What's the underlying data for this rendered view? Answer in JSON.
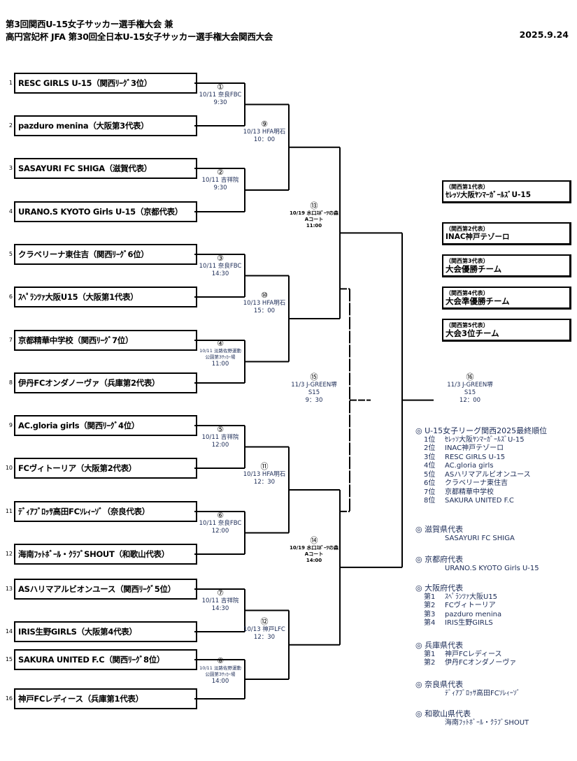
{
  "header": {
    "title_line1": "第3回関西U-15女子サッカー選手権大会 兼",
    "title_line2": "高円宮妃杯 JFA 第30回全日本U-15女子サッカー選手権大会関西大会",
    "date": "2025.9.24"
  },
  "teams": [
    {
      "seed": "1",
      "name": "RESC GIRLS U-15（関西ﾘｰｸﾞ3位）"
    },
    {
      "seed": "2",
      "name": "pazduro menina（大阪第3代表）"
    },
    {
      "seed": "3",
      "name": "SASAYURI FC SHIGA（滋賀代表）"
    },
    {
      "seed": "4",
      "name": "URANO.S KYOTO Girls U-15（京都代表）"
    },
    {
      "seed": "5",
      "name": "クラベリーナ東住吉（関西ﾘｰｸﾞ6位）"
    },
    {
      "seed": "6",
      "name": "ｽﾍﾟﾗﾝﾂｧ大阪U15（大阪第1代表）"
    },
    {
      "seed": "7",
      "name": "京都精華中学校（関西ﾘｰｸﾞ7位）"
    },
    {
      "seed": "8",
      "name": "伊丹FCオンダノーヴァ（兵庫第2代表）"
    },
    {
      "seed": "9",
      "name": "AC.gloria girls（関西ﾘｰｸﾞ4位）"
    },
    {
      "seed": "10",
      "name": "FCヴィトーリア（大阪第2代表）"
    },
    {
      "seed": "11",
      "name": "ﾃﾞｨｱﾌﾞﾛｯｻ高田FCｿﾚｨｰｿﾞ（奈良代表）"
    },
    {
      "seed": "12",
      "name": "海南ﾌｯﾄﾎﾞｰﾙ・ｸﾗﾌﾞSHOUT（和歌山代表）"
    },
    {
      "seed": "13",
      "name": "ASハリマアルビオンユース（関西ﾘｰｸﾞ5位）"
    },
    {
      "seed": "14",
      "name": "IRIS生野GIRLS（大阪第4代表）"
    },
    {
      "seed": "15",
      "name": "SAKURA UNITED F.C（関西ﾘｰｸﾞ8位）"
    },
    {
      "seed": "16",
      "name": "神戸FCレディース（兵庫第1代表）"
    }
  ],
  "matches": [
    {
      "no": "①",
      "date_venue": "10/11 奈良FBC",
      "time": "9:30"
    },
    {
      "no": "②",
      "date_venue": "10/11 吉祥院",
      "time": "9:30"
    },
    {
      "no": "③",
      "date_venue": "10/11 奈良FBC",
      "time": "14:30"
    },
    {
      "no": "④",
      "date_venue": "10/11 淡路佐野運動",
      "venue2": "公園第3ｻｯｶｰ場",
      "time": "11:00"
    },
    {
      "no": "⑤",
      "date_venue": "10/11 吉祥院",
      "time": "12:00"
    },
    {
      "no": "⑥",
      "date_venue": "10/11 奈良FBC",
      "time": "12:00"
    },
    {
      "no": "⑦",
      "date_venue": "10/11 吉祥院",
      "time": "14:30"
    },
    {
      "no": "⑧",
      "date_venue": "10/11 淡路佐野運動",
      "venue2": "公園第3ｻｯｶｰ場",
      "time": "14:00"
    },
    {
      "no": "⑨",
      "date_venue": "10/13 HFA明石",
      "time": "10：00"
    },
    {
      "no": "⑩",
      "date_venue": "10/13 HFA明石",
      "time": "15：00"
    },
    {
      "no": "⑪",
      "date_venue": "10/13 HFA明石",
      "time": "12：30"
    },
    {
      "no": "⑫",
      "date_venue": "10/13 神戸LFC",
      "time": "12：30"
    },
    {
      "no": "⑬",
      "date_venue": "10/19 水口ｽﾎﾟｰﾂの森",
      "venue2": "Aコート",
      "time": "11:00"
    },
    {
      "no": "⑭",
      "date_venue": "10/19 水口ｽﾎﾟｰﾂの森",
      "venue2": "Aコート",
      "time": "14:00"
    },
    {
      "no": "⑮",
      "date_venue": "11/3 J-GREEN堺",
      "venue2": "S15",
      "time": "9：30"
    },
    {
      "no": "⑯",
      "date_venue": "11/3 J-GREEN堺",
      "venue2": "S15",
      "time": "12：00"
    }
  ],
  "qualifiers": [
    {
      "label": "（関西第1代表）",
      "team": "ｾﾚｯｿ大阪ﾔﾝﾏｰｶﾞｰﾙｽﾞU-15"
    },
    {
      "label": "（関西第2代表）",
      "team": "INAC神戸テゾーロ"
    },
    {
      "label": "（関西第3代表）",
      "team": "大会優勝チーム"
    },
    {
      "label": "（関西第4代表）",
      "team": "大会準優勝チーム"
    },
    {
      "label": "（関西第5代表）",
      "team": "大会3位チーム"
    }
  ],
  "standings": {
    "title": "◎ U-15女子リーグ関西2025最終順位",
    "rows": [
      {
        "rank": "1位",
        "team": "ｾﾚｯｿ大阪ﾔﾝﾏｰｶﾞｰﾙｽﾞU-15"
      },
      {
        "rank": "2位",
        "team": "INAC神戸テゾーロ"
      },
      {
        "rank": "3位",
        "team": "RESC GIRLS U-15"
      },
      {
        "rank": "4位",
        "team": "AC.gloria girls"
      },
      {
        "rank": "5位",
        "team": "ASハリマアルビオンユース"
      },
      {
        "rank": "6位",
        "team": "クラベリーナ東住吉"
      },
      {
        "rank": "7位",
        "team": "京都精華中学校"
      },
      {
        "rank": "8位",
        "team": "SAKURA UNITED F.C"
      }
    ]
  },
  "prefectures": [
    {
      "title": "◎ 滋賀県代表",
      "rows": [
        {
          "k": "",
          "team": "SASAYURI FC SHIGA"
        }
      ]
    },
    {
      "title": "◎ 京都府代表",
      "rows": [
        {
          "k": "",
          "team": "URANO.S KYOTO Girls U-15"
        }
      ]
    },
    {
      "title": "◎ 大阪府代表",
      "rows": [
        {
          "k": "第1",
          "team": "ｽﾍﾟﾗﾝﾂｧ大阪U15"
        },
        {
          "k": "第2",
          "team": "FCヴィトーリア"
        },
        {
          "k": "第3",
          "team": "pazduro menina"
        },
        {
          "k": "第4",
          "team": "IRIS生野GIRLS"
        }
      ]
    },
    {
      "title": "◎ 兵庫県代表",
      "rows": [
        {
          "k": "第1",
          "team": "神戸FCレディース"
        },
        {
          "k": "第2",
          "team": "伊丹FCオンダノーヴァ"
        }
      ]
    },
    {
      "title": "◎ 奈良県代表",
      "rows": [
        {
          "k": "",
          "team": "ﾃﾞｨｱﾌﾞﾛｯｻ高田FCｿﾚｨｰｿﾞ"
        }
      ]
    },
    {
      "title": "◎ 和歌山県代表",
      "rows": [
        {
          "k": "",
          "team": "海南ﾌｯﾄﾎﾞｰﾙ・ｸﾗﾌﾞSHOUT"
        }
      ]
    }
  ]
}
